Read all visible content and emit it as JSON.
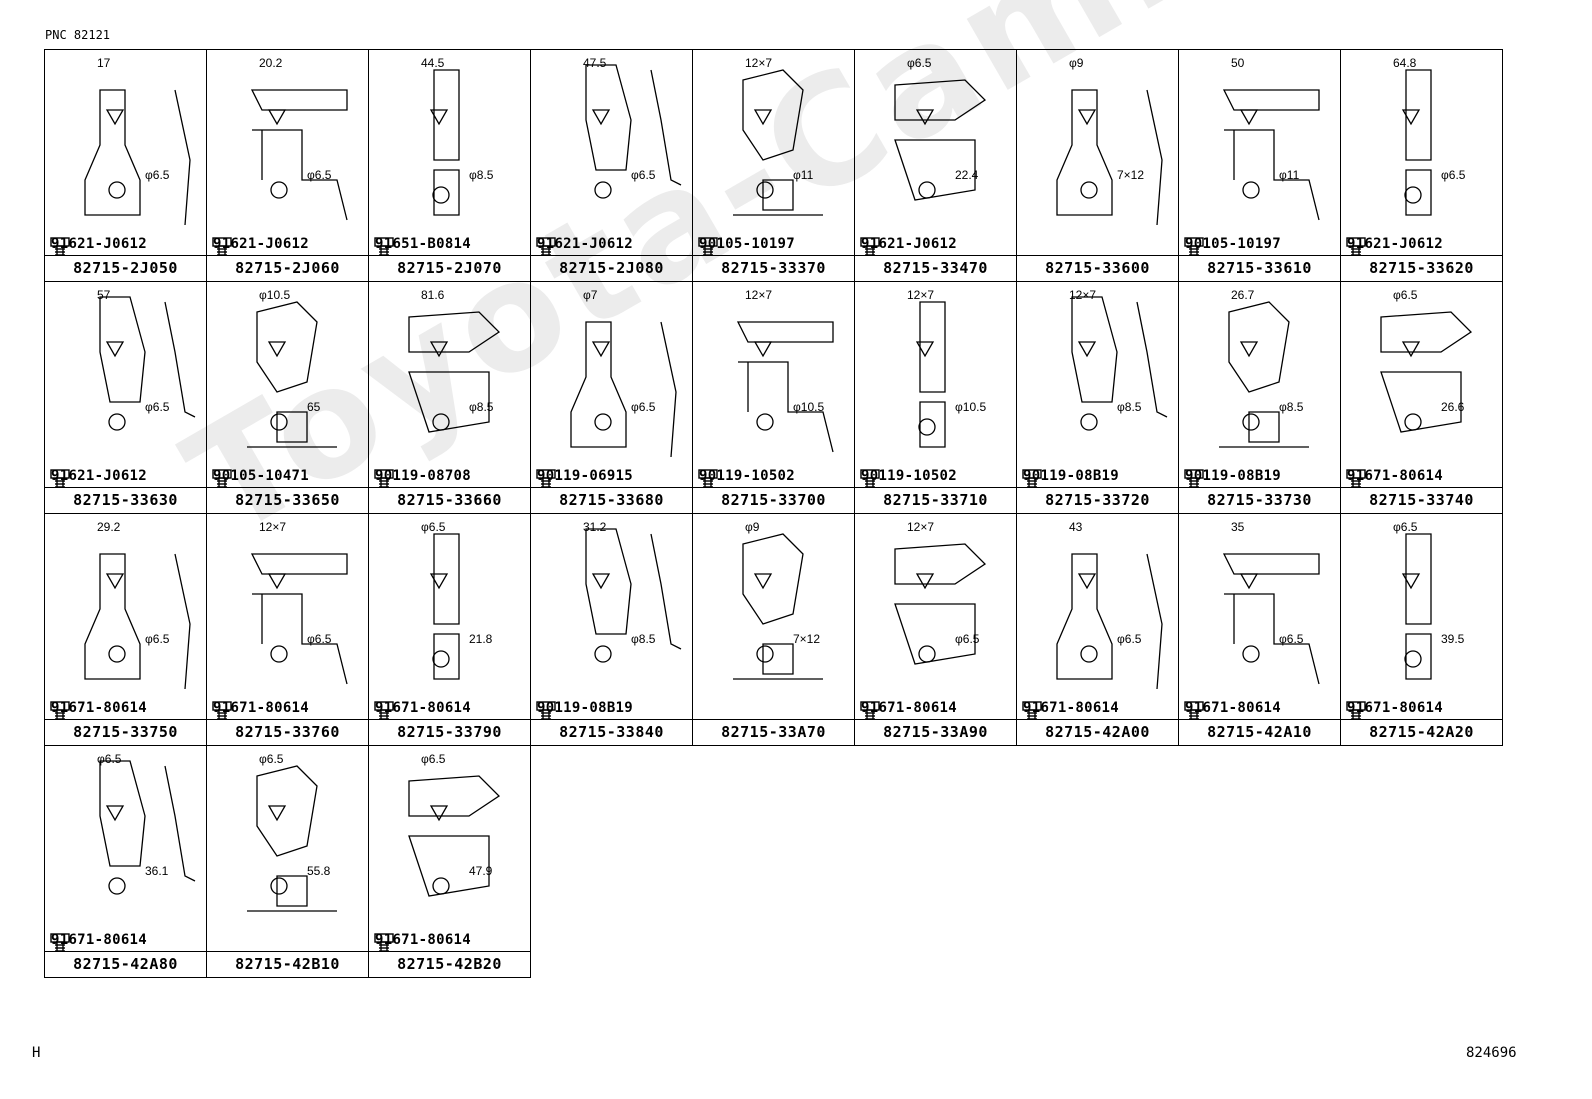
{
  "header": {
    "pnc": "PNC 82121"
  },
  "footer": {
    "left": "H",
    "right": "824696"
  },
  "watermark": "Toyota-Camry.info",
  "cells": [
    {
      "part": "82715-2J050",
      "bolt": "91621-J0612",
      "dims": [
        "17",
        "φ6.5"
      ]
    },
    {
      "part": "82715-2J060",
      "bolt": "91621-J0612",
      "dims": [
        "20.2",
        "φ6.5"
      ]
    },
    {
      "part": "82715-2J070",
      "bolt": "91651-B0814",
      "dims": [
        "44.5",
        "φ8.5"
      ]
    },
    {
      "part": "82715-2J080",
      "bolt": "91621-J0612",
      "dims": [
        "47.5",
        "φ6.5"
      ]
    },
    {
      "part": "82715-33370",
      "bolt": "90105-10197",
      "dims": [
        "12×7",
        "φ11"
      ]
    },
    {
      "part": "82715-33470",
      "bolt": "91621-J0612",
      "dims": [
        "φ6.5",
        "22.4"
      ]
    },
    {
      "part": "82715-33600",
      "bolt": "",
      "dims": [
        "φ9",
        "7×12"
      ]
    },
    {
      "part": "82715-33610",
      "bolt": "90105-10197",
      "dims": [
        "50",
        "φ11"
      ]
    },
    {
      "part": "82715-33620",
      "bolt": "91621-J0612",
      "dims": [
        "64.8",
        "φ6.5"
      ]
    },
    {
      "part": "82715-33630",
      "bolt": "91621-J0612",
      "dims": [
        "57",
        "φ6.5"
      ]
    },
    {
      "part": "82715-33650",
      "bolt": "90105-10471",
      "dims": [
        "φ10.5",
        "65"
      ]
    },
    {
      "part": "82715-33660",
      "bolt": "90119-08708",
      "dims": [
        "81.6",
        "φ8.5"
      ]
    },
    {
      "part": "82715-33680",
      "bolt": "90119-06915",
      "dims": [
        "φ7",
        "φ6.5"
      ]
    },
    {
      "part": "82715-33700",
      "bolt": "90119-10502",
      "dims": [
        "12×7",
        "φ10.5"
      ]
    },
    {
      "part": "82715-33710",
      "bolt": "90119-10502",
      "dims": [
        "12×7",
        "φ10.5"
      ]
    },
    {
      "part": "82715-33720",
      "bolt": "90119-08B19",
      "dims": [
        "12×7",
        "φ8.5"
      ]
    },
    {
      "part": "82715-33730",
      "bolt": "90119-08B19",
      "dims": [
        "26.7",
        "φ8.5"
      ]
    },
    {
      "part": "82715-33740",
      "bolt": "91671-80614",
      "dims": [
        "φ6.5",
        "26.6"
      ]
    },
    {
      "part": "82715-33750",
      "bolt": "91671-80614",
      "dims": [
        "29.2",
        "φ6.5"
      ]
    },
    {
      "part": "82715-33760",
      "bolt": "91671-80614",
      "dims": [
        "12×7",
        "φ6.5"
      ]
    },
    {
      "part": "82715-33790",
      "bolt": "91671-80614",
      "dims": [
        "φ6.5",
        "21.8"
      ]
    },
    {
      "part": "82715-33840",
      "bolt": "90119-08B19",
      "dims": [
        "31.2",
        "φ8.5"
      ]
    },
    {
      "part": "82715-33A70",
      "bolt": "",
      "dims": [
        "φ9",
        "7×12"
      ]
    },
    {
      "part": "82715-33A90",
      "bolt": "91671-80614",
      "dims": [
        "12×7",
        "φ6.5"
      ]
    },
    {
      "part": "82715-42A00",
      "bolt": "91671-80614",
      "dims": [
        "43",
        "φ6.5"
      ]
    },
    {
      "part": "82715-42A10",
      "bolt": "91671-80614",
      "dims": [
        "35",
        "φ6.5"
      ]
    },
    {
      "part": "82715-42A20",
      "bolt": "91671-80614",
      "dims": [
        "φ6.5",
        "39.5"
      ]
    },
    {
      "part": "82715-42A80",
      "bolt": "91671-80614",
      "dims": [
        "φ6.5",
        "36.1"
      ]
    },
    {
      "part": "82715-42B10",
      "bolt": "",
      "dims": [
        "φ6.5",
        "55.8"
      ]
    },
    {
      "part": "82715-42B20",
      "bolt": "91671-80614",
      "dims": [
        "φ6.5",
        "47.9"
      ]
    }
  ]
}
